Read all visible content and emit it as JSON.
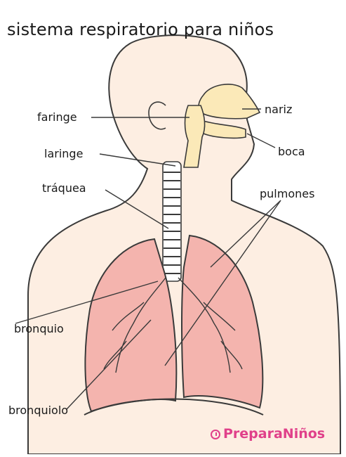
{
  "title": "sistema respiratorio para niños",
  "labels": {
    "faringe": "faringe",
    "laringe": "laringe",
    "traquea": "tráquea",
    "nariz": "nariz",
    "boca": "boca",
    "pulmones": "pulmones",
    "bronquio": "bronquio",
    "bronquiolo": "bronquiolo"
  },
  "brand": {
    "name": "PreparaNiños",
    "icon": "clock-icon"
  },
  "colors": {
    "skin": "#fdeee2",
    "outline": "#3a3a3a",
    "lung": "#f4b4ae",
    "lung_dark": "#ee9790",
    "airway": "#fbe9b8",
    "brand": "#e0408a"
  }
}
